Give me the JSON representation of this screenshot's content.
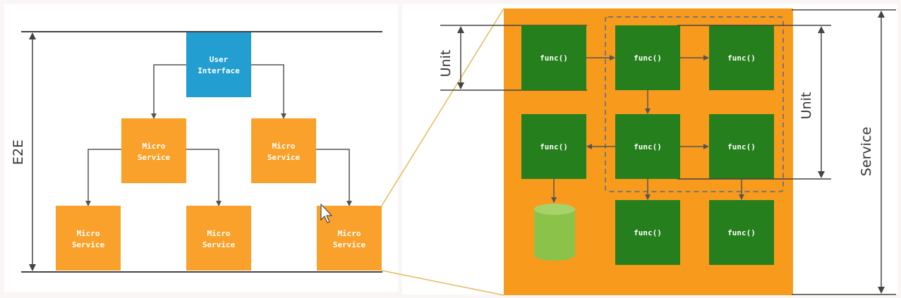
{
  "colors": {
    "background": "#fbf6f6",
    "panel": "#ffffff",
    "orange": "#f9a12a",
    "service_box": "#f89a1c",
    "blue": "#229ed0",
    "green": "#247f1c",
    "db": "#8bc34a",
    "line": "#444444",
    "connector": "#e5b95a"
  },
  "left": {
    "scale_label": "E2E",
    "ui_box": {
      "line1": "User",
      "line2": "Interface"
    },
    "services": [
      {
        "line1": "Micro",
        "line2": "Service"
      },
      {
        "line1": "Micro",
        "line2": "Service"
      },
      {
        "line1": "Micro",
        "line2": "Service"
      },
      {
        "line1": "Micro",
        "line2": "Service"
      },
      {
        "line1": "Micro",
        "line2": "Service"
      }
    ]
  },
  "right": {
    "unit_label_left": "Unit",
    "unit_label_right": "Unit",
    "service_label": "Service",
    "funcs": [
      "func()",
      "func()",
      "func()",
      "func()",
      "func()",
      "func()",
      "func()",
      "func()"
    ]
  }
}
